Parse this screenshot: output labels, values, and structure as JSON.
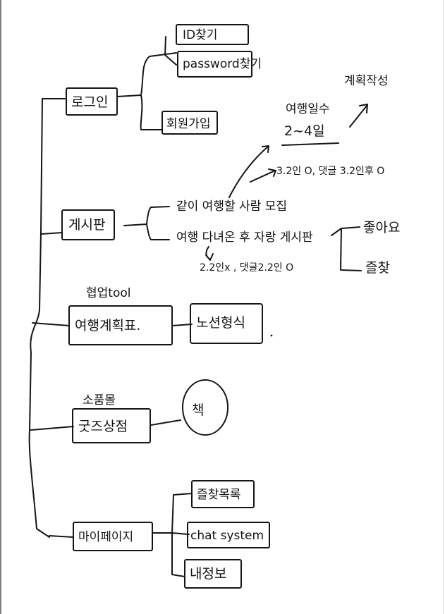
{
  "diagram": {
    "login": {
      "label": "로그인",
      "children": [
        "ID찾기",
        "password찾기",
        "회원가입"
      ]
    },
    "board": {
      "label": "게시판",
      "children": [
        "같이 여행할 사람 모집",
        "여행 다녀온 후 자랑 게시판"
      ],
      "recruit_note": "3.2인 O, 댓글 3.2인후 O",
      "trip_days_title": "여행일수",
      "trip_days_range": "2~4일",
      "auto_plan": "계획작성",
      "review_note": "2.2인x , 댓글2.2인 O",
      "reactions": [
        "좋아요",
        "즐찾"
      ]
    },
    "plan": {
      "label": "여행계획표.",
      "annotation": "협업tool",
      "child": "노션형식"
    },
    "shop": {
      "label": "굿즈상점",
      "annotation": "소품몰",
      "child": "책"
    },
    "mypage": {
      "label": "마이페이지",
      "children": [
        "즐찾목록",
        "chat system",
        "내정보"
      ]
    }
  }
}
